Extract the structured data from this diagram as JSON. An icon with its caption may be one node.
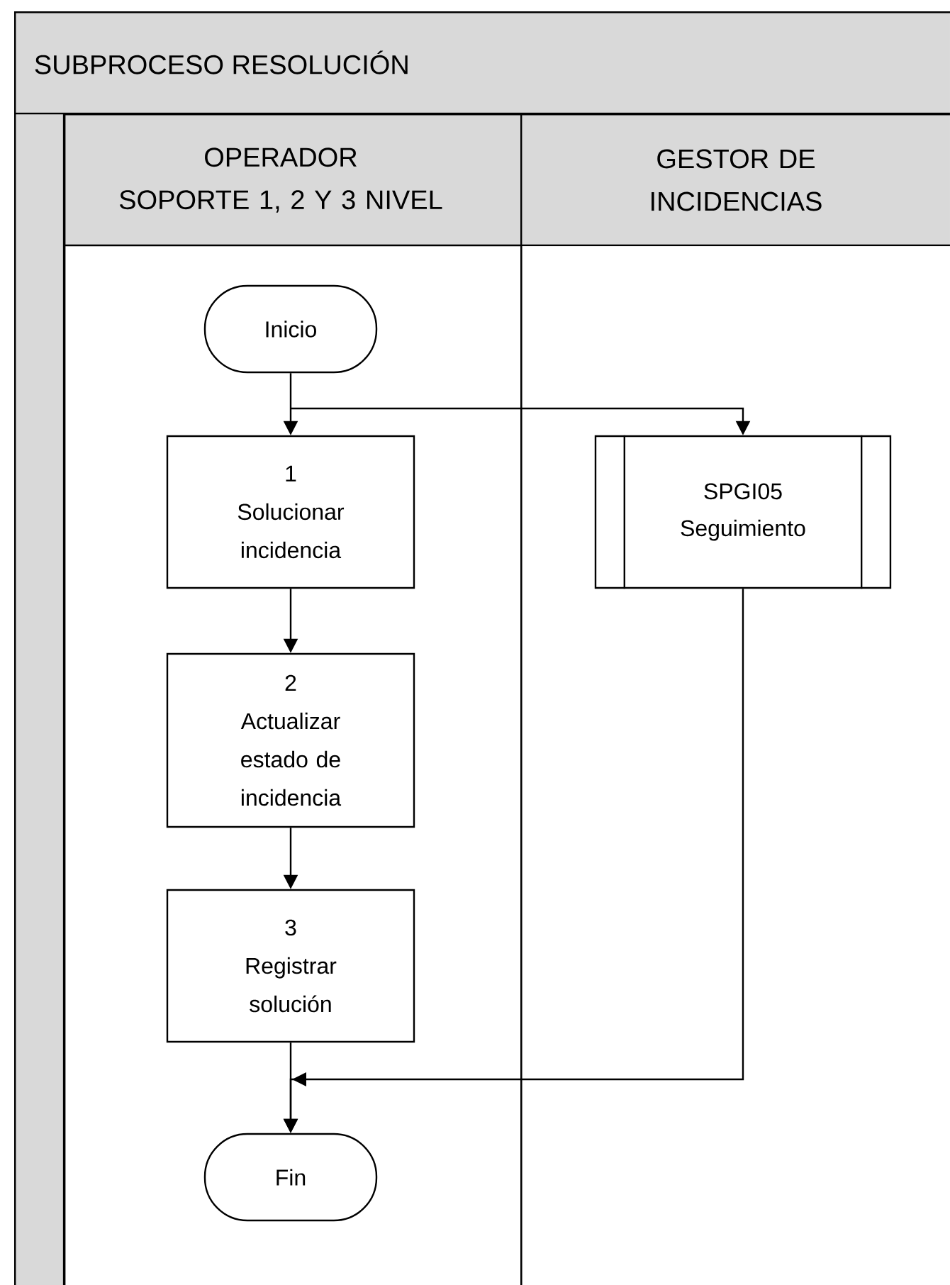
{
  "diagram": {
    "nodes": [
      {
        "text": [
          "SUBPROCESO RESOLUCIÓN"
        ]
      },
      {
        "text": [
          "OPERADOR",
          "SOPORTE 1, 2 Y 3 NIVEL"
        ],
        "in": 0
      },
      {
        "text": [
          "GESTOR DE INCIDENCIAS"
        ],
        "in": 0
      },
      {
        "text": [
          "Inicio"
        ],
        "in": 1
      },
      {
        "text": [
          "1",
          "Solucionar incidencia"
        ],
        "in": 1
      },
      {
        "text": [
          "2",
          "Actualizar estado de incidencia"
        ],
        "in": 1
      },
      {
        "text": [
          "3",
          "Registrar solución"
        ],
        "in": 1
      },
      {
        "text": [
          "Fin"
        ],
        "in": 1
      },
      {
        "text": [
          "SPGI05 Seguimiento"
        ],
        "in": 2
      }
    ],
    "edges": [
      {
        "from": 3,
        "to": 4,
        "arrow": "to"
      },
      {
        "from": 3,
        "to": 8,
        "arrow": "to"
      },
      {
        "from": 4,
        "to": 5,
        "arrow": "to"
      },
      {
        "from": 5,
        "to": 6,
        "arrow": "to"
      },
      {
        "from": 6,
        "to": 7,
        "arrow": "to"
      },
      {
        "from": 8,
        "to": 7,
        "arrow": "to"
      }
    ]
  }
}
